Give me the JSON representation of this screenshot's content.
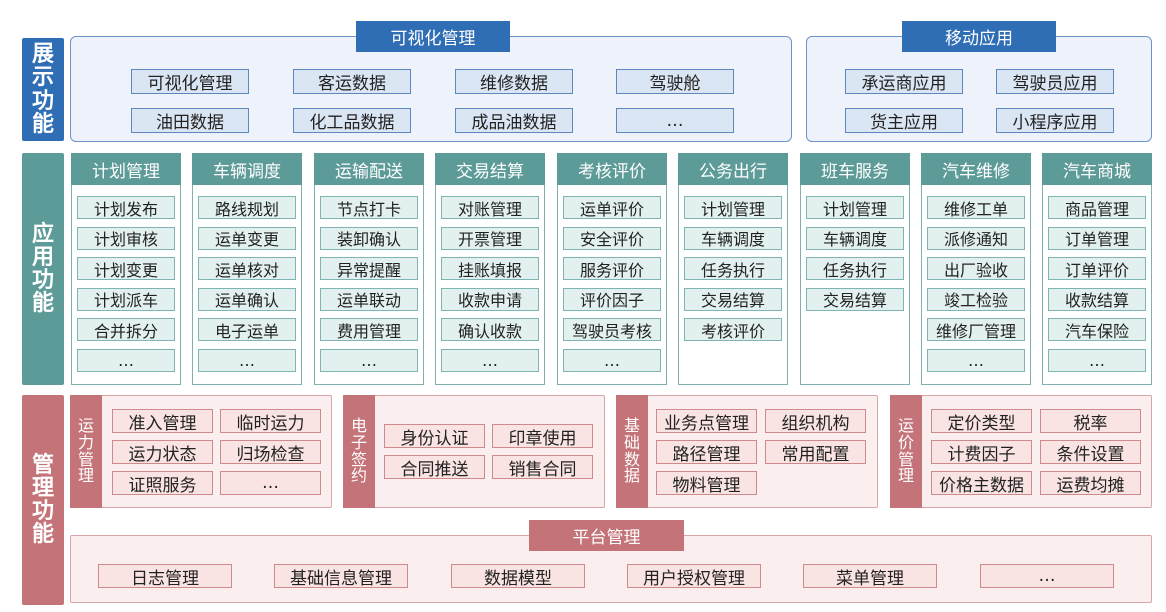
{
  "sections": {
    "display": [
      "展",
      "示",
      "功",
      "能"
    ],
    "application": [
      "应",
      "用",
      "功",
      "能"
    ],
    "management": [
      "管",
      "理",
      "功",
      "能"
    ]
  },
  "visual": {
    "title": "可视化管理",
    "items": [
      "可视化管理",
      "客运数据",
      "维修数据",
      "驾驶舱",
      "油田数据",
      "化工品数据",
      "成品油数据",
      "…"
    ]
  },
  "mobile": {
    "title": "移动应用",
    "items": [
      "承运商应用",
      "驾驶员应用",
      "货主应用",
      "小程序应用"
    ]
  },
  "app_columns": [
    {
      "title": "计划管理",
      "items": [
        "计划发布",
        "计划审核",
        "计划变更",
        "计划派车",
        "合并拆分",
        "…"
      ]
    },
    {
      "title": "车辆调度",
      "items": [
        "路线规划",
        "运单变更",
        "运单核对",
        "运单确认",
        "电子运单",
        "…"
      ]
    },
    {
      "title": "运输配送",
      "items": [
        "节点打卡",
        "装卸确认",
        "异常提醒",
        "运单联动",
        "费用管理",
        "…"
      ]
    },
    {
      "title": "交易结算",
      "items": [
        "对账管理",
        "开票管理",
        "挂账填报",
        "收款申请",
        "确认收款",
        "…"
      ]
    },
    {
      "title": "考核评价",
      "items": [
        "运单评价",
        "安全评价",
        "服务评价",
        "评价因子",
        "驾驶员考核",
        "…"
      ]
    },
    {
      "title": "公务出行",
      "items": [
        "计划管理",
        "车辆调度",
        "任务执行",
        "交易结算",
        "考核评价"
      ]
    },
    {
      "title": "班车服务",
      "items": [
        "计划管理",
        "车辆调度",
        "任务执行",
        "交易结算"
      ]
    },
    {
      "title": "汽车维修",
      "items": [
        "维修工单",
        "派修通知",
        "出厂验收",
        "竣工检验",
        "维修厂管理",
        "…"
      ]
    },
    {
      "title": "汽车商城",
      "items": [
        "商品管理",
        "订单管理",
        "订单评价",
        "收款结算",
        "汽车保险",
        "…"
      ]
    }
  ],
  "mgmt_groups": [
    {
      "label": [
        "运",
        "力",
        "管",
        "理"
      ],
      "items": [
        "准入管理",
        "临时运力",
        "运力状态",
        "归场检查",
        "证照服务",
        "…"
      ]
    },
    {
      "label": [
        "电",
        "子",
        "签",
        "约"
      ],
      "items": [
        "身份认证",
        "印章使用",
        "合同推送",
        "销售合同"
      ]
    },
    {
      "label": [
        "基",
        "础",
        "数",
        "据"
      ],
      "items": [
        "业务点管理",
        "组织机构",
        "路径管理",
        "常用配置",
        "物料管理"
      ]
    },
    {
      "label": [
        "运",
        "价",
        "管",
        "理"
      ],
      "items": [
        "定价类型",
        "税率",
        "计费因子",
        "条件设置",
        "价格主数据",
        "运费均摊"
      ]
    }
  ],
  "platform": {
    "title": "平台管理",
    "items": [
      "日志管理",
      "基础信息管理",
      "数据模型",
      "用户授权管理",
      "菜单管理",
      "…"
    ]
  }
}
